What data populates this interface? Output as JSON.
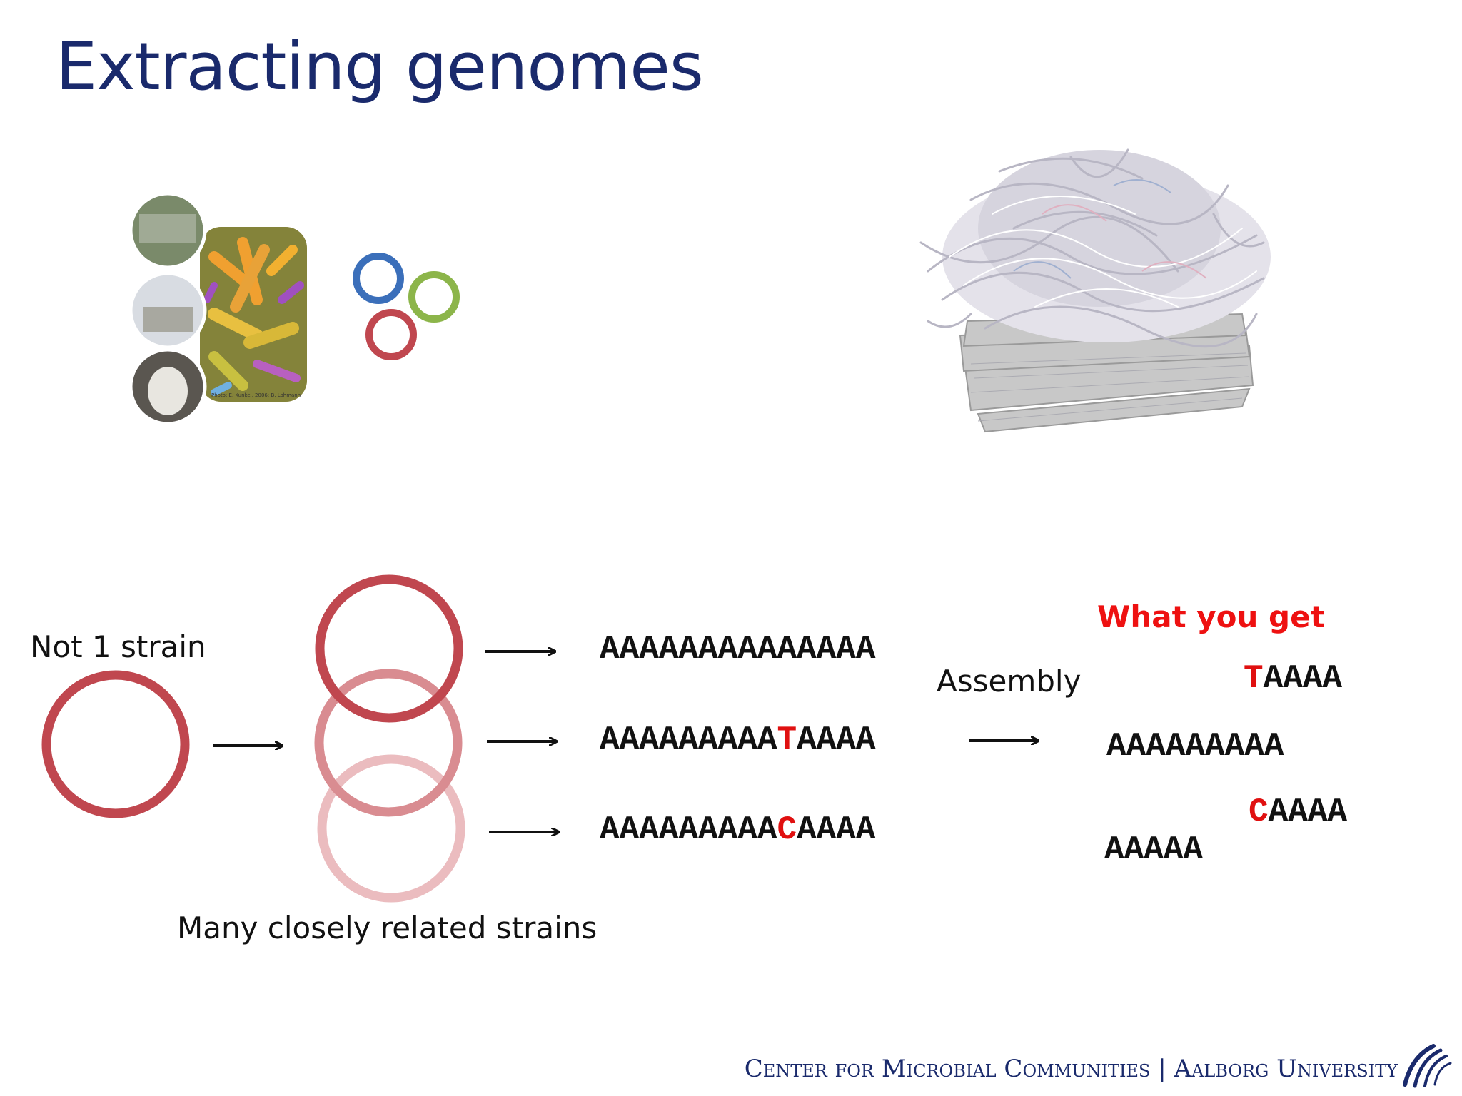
{
  "title": "Extracting genomes",
  "labels": {
    "not_one_strain": "Not 1 strain",
    "many_strains": "Many closely related strains",
    "assembly": "Assembly",
    "what_you_get": "What you get",
    "photo_credit": "Photo: E. Kunkel, 2006; B. Lohmann"
  },
  "sequences": [
    {
      "prefix": "AAAAAAAAAAAAAA",
      "mutation": "",
      "suffix": ""
    },
    {
      "prefix": "AAAAAAAAA",
      "mutation": "T",
      "suffix": "AAAA"
    },
    {
      "prefix": "AAAAAAAAA",
      "mutation": "C",
      "suffix": "AAAA"
    }
  ],
  "fragments": [
    {
      "mutation": "T",
      "rest": "AAAA"
    },
    {
      "mutation": "",
      "rest": "AAAAAAAAA"
    },
    {
      "mutation": "C",
      "rest": "AAAA"
    },
    {
      "mutation": "",
      "rest": "AAAAA"
    }
  ],
  "footer": {
    "org": "Center for Microbial Communities",
    "separator": "|",
    "university": "Aalborg University"
  },
  "colors": {
    "title": "#1a2a6c",
    "mutation": "#e01010",
    "strain_dark": "#c0474f",
    "strain_mid": "#d98c91",
    "strain_light": "#ebbcbf",
    "ring_blue": "#3b6fba",
    "ring_green": "#8cb54a",
    "ring_red": "#c0474f"
  },
  "icons": [
    "microbe-collage-image",
    "aau-logo-icon",
    "shredded-paper-image",
    "arrow-icon"
  ]
}
